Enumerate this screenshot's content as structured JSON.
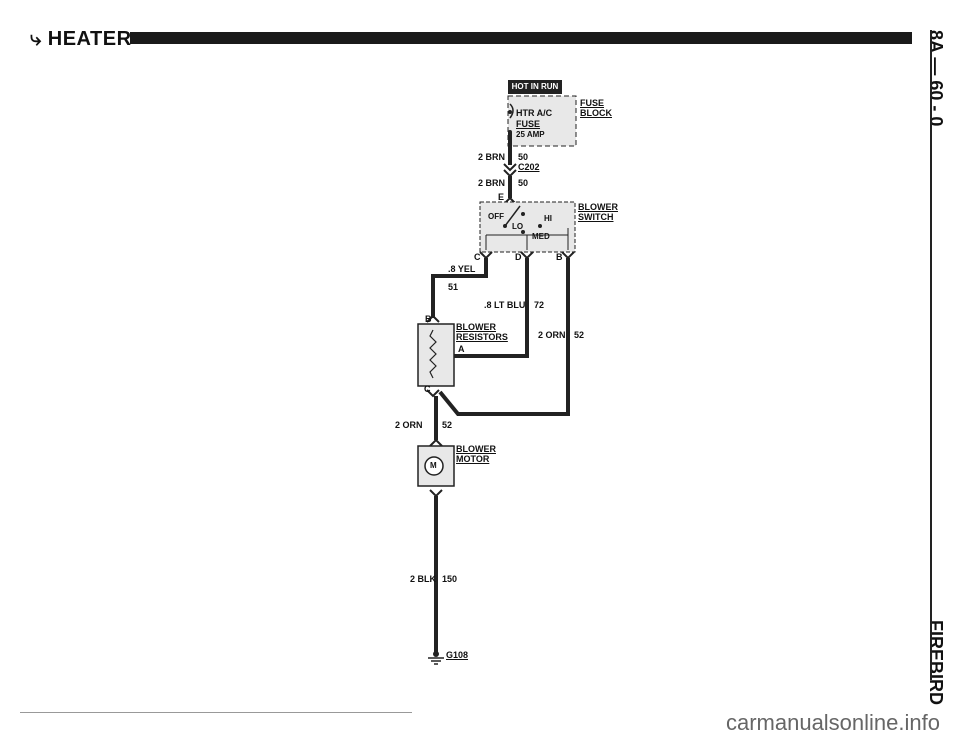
{
  "header": {
    "title": "HEATER",
    "section": "8A — 60 - 0",
    "model": "FIREBIRD"
  },
  "hot_in_run": "HOT IN RUN",
  "fuse_block": {
    "label": "FUSE\nBLOCK",
    "label1": "FUSE",
    "label2": "BLOCK",
    "fuse_name": "HTR A/C",
    "fuse_word": "FUSE",
    "rating": "25 AMP"
  },
  "wires": {
    "w50a": {
      "gauge": "2 BRN",
      "circuit": "50"
    },
    "w50b": {
      "gauge": "2 BRN",
      "circuit": "50"
    },
    "w51": {
      "gauge": ".8 YEL",
      "circuit": "51"
    },
    "w72": {
      "gauge": ".8 LT BLU",
      "circuit": "72"
    },
    "w52a": {
      "gauge": "2 ORN",
      "circuit": "52"
    },
    "w52b": {
      "gauge": "2 ORN",
      "circuit": "52"
    },
    "w150": {
      "gauge": "2 BLK",
      "circuit": "150"
    }
  },
  "connector": "C202",
  "ground": "G108",
  "blower_switch": {
    "label1": "BLOWER",
    "label2": "SWITCH",
    "pin_e": "E",
    "pin_c": "C",
    "pin_d": "D",
    "pin_b": "B",
    "off": "OFF",
    "lo": "LO",
    "med": "MED",
    "hi": "HI"
  },
  "resistors": {
    "label1": "BLOWER",
    "label2": "RESISTORS",
    "pin_b": "B",
    "pin_a": "A",
    "pin_c": "C"
  },
  "motor": {
    "label1": "BLOWER",
    "label2": "MOTOR",
    "symbol": "M"
  },
  "watermark": "carmanualsonline.info"
}
